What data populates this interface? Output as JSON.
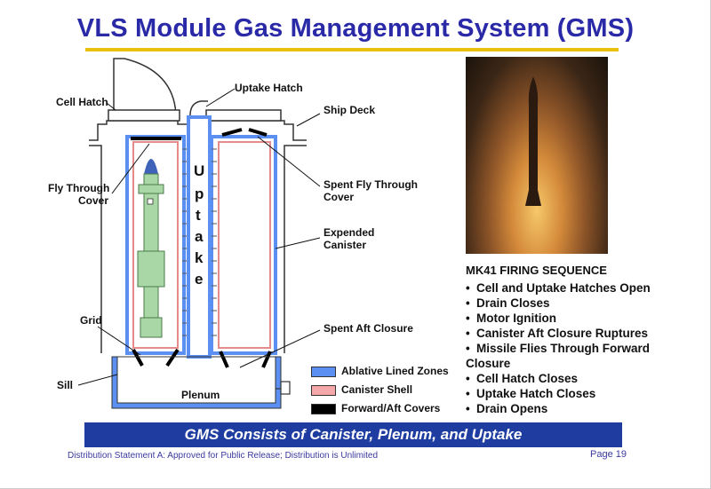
{
  "title": "VLS Module Gas Management System (GMS)",
  "diagram": {
    "labels": {
      "cell_hatch": "Cell Hatch",
      "uptake_hatch": "Uptake Hatch",
      "ship_deck": "Ship Deck",
      "fly_through_cover_l1": "Fly Through",
      "fly_through_cover_l2": "Cover",
      "spent_fly_through_cover_l1": "Spent Fly Through",
      "spent_fly_through_cover_l2": "Cover",
      "expended_canister_l1": "Expended",
      "expended_canister_l2": "Canister",
      "grid": "Grid",
      "spent_aft_closure": "Spent Aft Closure",
      "sill": "Sill",
      "plenum": "Plenum",
      "uptake_letters": [
        "U",
        "p",
        "t",
        "a",
        "k",
        "e"
      ]
    },
    "colors": {
      "ablative": "#5b8ff2",
      "canister_shell": "#f2a3a3",
      "covers": "#000000",
      "missile_body": "#a9d8a6",
      "missile_nose": "#3e63b8"
    }
  },
  "legend": [
    {
      "label": "Ablative Lined Zones",
      "color": "#5b8ff2"
    },
    {
      "label": "Canister Shell",
      "color": "#f4a7a7"
    },
    {
      "label": "Forward/Aft Covers",
      "color": "#000000"
    }
  ],
  "sequence": {
    "title": "MK41 FIRING SEQUENCE",
    "items": [
      "Cell and Uptake Hatches Open",
      "Drain Closes",
      "Motor Ignition",
      "Canister Aft Closure Ruptures",
      "Missile Flies Through Forward",
      "Cell Hatch Closes",
      "Uptake Hatch Closes",
      "Drain Opens"
    ],
    "wrap_text": "Closure"
  },
  "banner": "GMS Consists of Canister, Plenum, and Uptake",
  "footer": "Distribution Statement A: Approved for Public Release; Distribution is Unlimited",
  "page": "Page 19"
}
